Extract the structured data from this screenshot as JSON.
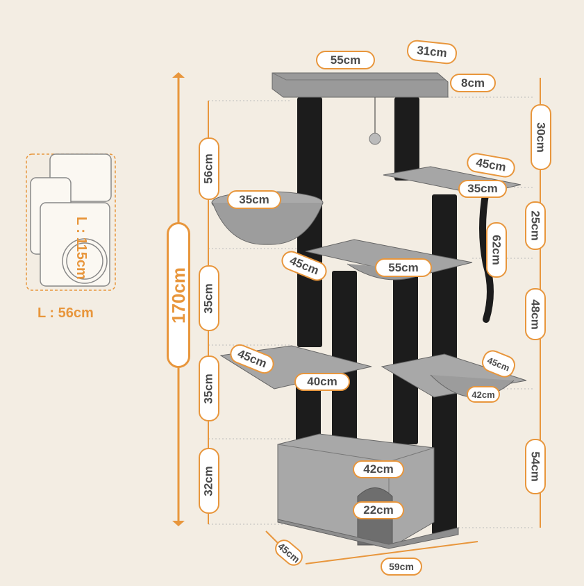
{
  "footprint": {
    "length_label": "L : 115cm",
    "width_label": "L : 56cm"
  },
  "total_height": "170cm",
  "dimensions": {
    "top_width": "55cm",
    "top_depth": "31cm",
    "top_thickness": "8cm",
    "top_gap": "30cm",
    "left_upper_height": "56cm",
    "basket_left": "35cm",
    "right_upper_platform_depth": "45cm",
    "right_upper_platform_width": "35cm",
    "right_gap_1": "25cm",
    "rope_length": "62cm",
    "hammock_depth": "45cm",
    "hammock_width": "55cm",
    "left_mid_height": "35cm",
    "right_gap_2": "48cm",
    "left_platform_depth": "45cm",
    "left_platform_width": "40cm",
    "right_hammock_depth": "45cm",
    "right_hammock_width": "42cm",
    "left_lower_height": "35cm",
    "right_gap_3": "54cm",
    "condo_height": "32cm",
    "condo_width": "42cm",
    "condo_door": "22cm",
    "base_depth": "45cm",
    "base_width": "59cm"
  },
  "colors": {
    "accent": "#e8963c",
    "background": "#f3ede3",
    "post": "#1c1c1c",
    "plush": "#9a9a9a"
  }
}
